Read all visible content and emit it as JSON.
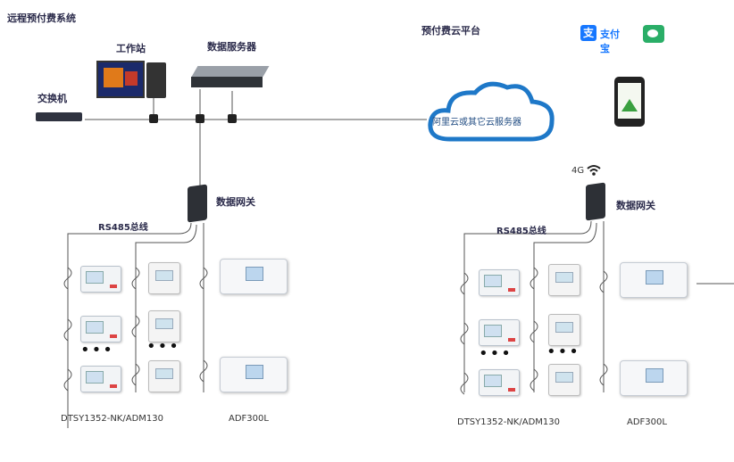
{
  "labels": {
    "system_title": "远程预付费系统",
    "workstation": "工作站",
    "data_server": "数据服务器",
    "switch": "交换机",
    "cloud_platform": "预付费云平台",
    "cloud_server": "阿里云或其它云服务器",
    "gateway_left": "数据网关",
    "gateway_right": "数据网关",
    "bus_left": "RS485总线",
    "bus_right": "RS485总线",
    "signal_4g": "4G",
    "meter_model_left": "DTSY1352-NK/ADM130",
    "meter_model_right": "DTSY1352-NK/ADM130",
    "adf_left": "ADF300L",
    "adf_right": "ADF300L",
    "dots": "•••",
    "alipay": "支付宝"
  },
  "icons": {
    "alipay": "alipay-icon",
    "wechat": "wechat-icon",
    "phone": "smartphone-icon",
    "cloud": "cloud-icon",
    "wifi": "wifi-signal-icon"
  },
  "colors": {
    "wire": "#555555",
    "cloud_stroke": "#1e78c8",
    "alipay": "#1677ff",
    "wechat": "#2aae67"
  }
}
